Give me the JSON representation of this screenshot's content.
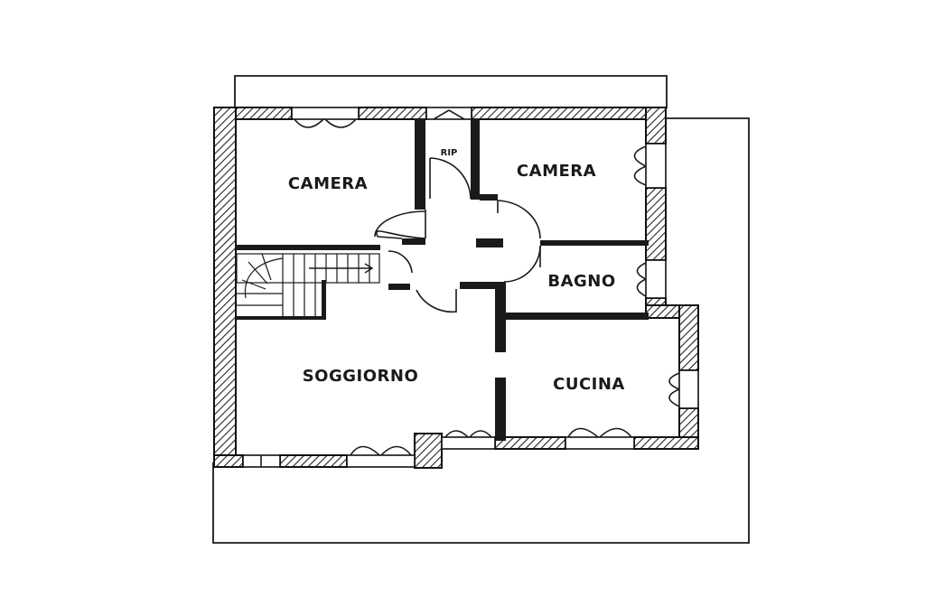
{
  "rooms": {
    "camera_left": "CAMERA",
    "camera_right": "CAMERA",
    "rip": "RIP",
    "bagno": "BAGNO",
    "soggiorno": "SOGGIORNO",
    "cucina": "CUCINA"
  },
  "colors": {
    "ink": "#1a1a1a",
    "paper": "#ffffff"
  }
}
